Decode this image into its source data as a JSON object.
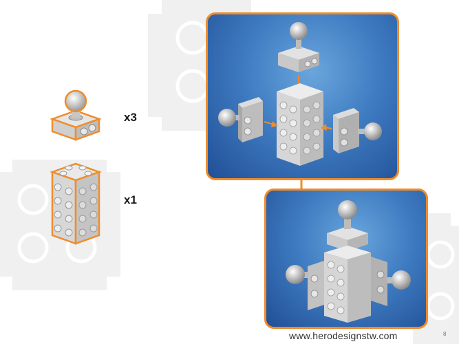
{
  "parts": [
    {
      "name": "ball-joint plate",
      "quantity": "x3"
    },
    {
      "name": "2x4 brick",
      "quantity": "x1"
    }
  ],
  "colors": {
    "accent": "#f08c2a",
    "panel_blue": "#3f7cc2",
    "brick_gray": "#d9d9d9",
    "background_shape": "#f0f0f0"
  },
  "footer": {
    "url": "www.herodesignstw.com",
    "page_number": "8"
  }
}
